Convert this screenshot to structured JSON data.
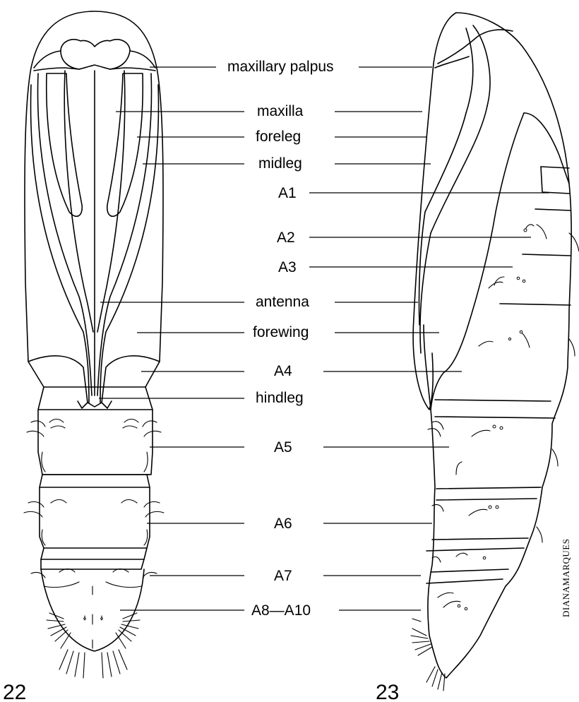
{
  "figure": {
    "numbers": {
      "left": "22",
      "right": "23"
    },
    "signature": "DIANAMARQUES",
    "labels": {
      "maxillary_palpus": "maxillary palpus",
      "maxilla": "maxilla",
      "foreleg": "foreleg",
      "midleg": "midleg",
      "a1": "A1",
      "a2": "A2",
      "a3": "A3",
      "antenna": "antenna",
      "forewing": "forewing",
      "a4": "A4",
      "hindleg": "hindleg",
      "a5": "A5",
      "a6": "A6",
      "a7": "A7",
      "a8_a10": "A8—A10"
    }
  }
}
